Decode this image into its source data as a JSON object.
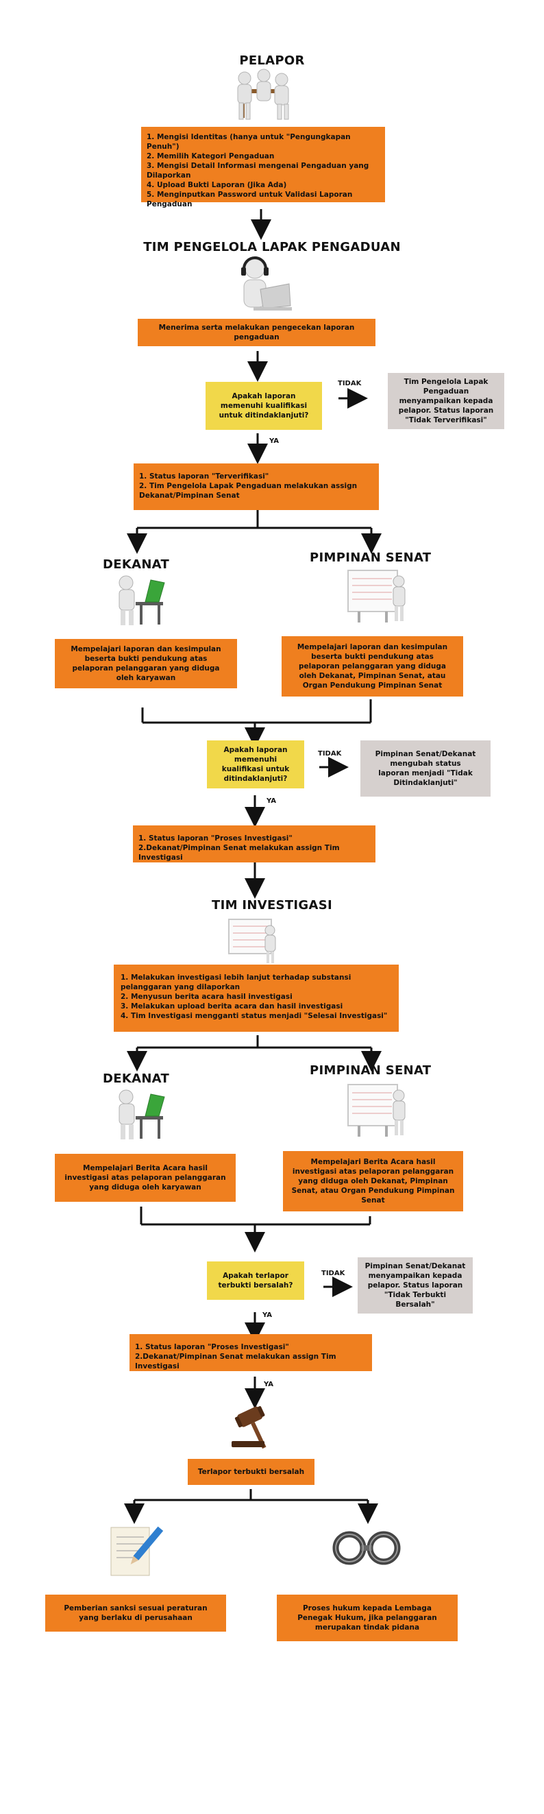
{
  "pelapor": {
    "title": "PELAPOR",
    "steps": [
      "1. Mengisi Identitas (hanya untuk \"Pengungkapan Penuh\")",
      "2. Memilih Kategori Pengaduan",
      "3. Mengisi Detail Informasi mengenai Pengaduan yang Dilaporkan",
      "4. Upload Bukti Laporan (Jika Ada)",
      "5. Menginputkan Password untuk Validasi Laporan Pengaduan"
    ]
  },
  "tim_pengelola": {
    "title": "TIM PENGELOLA LAPAK PENGADUAN",
    "receive": "Menerima serta melakukan pengecekan laporan pengaduan",
    "question": "Apakah laporan memenuhi kualifikasi untuk ditindaklanjuti?",
    "no_label": "TIDAK",
    "no_result": "Tim Pengelola Lapak Pengaduan menyampaikan kepada pelapor. Status laporan \"Tidak Terverifikasi\"",
    "yes_label": "YA",
    "yes_steps": [
      "1. Status laporan \"Terverifikasi\"",
      "2. Tim Pengelola Lapak Pengaduan melakukan assign Dekanat/Pimpinan Senat"
    ]
  },
  "review1": {
    "dekanat_title": "DEKANAT",
    "senat_title": "PIMPINAN SENAT",
    "dekanat_text": "Mempelajari laporan dan kesimpulan beserta bukti pendukung atas pelaporan pelanggaran yang diduga oleh karyawan",
    "senat_text": "Mempelajari laporan dan kesimpulan beserta bukti pendukung atas pelaporan pelanggaran yang diduga oleh Dekanat, Pimpinan Senat, atau Organ Pendukung Pimpinan Senat",
    "question": "Apakah laporan memenuhi kualifikasi untuk ditindaklanjuti?",
    "no_label": "TIDAK",
    "no_result": "Pimpinan Senat/Dekanat mengubah status laporan menjadi \"Tidak Ditindaklanjuti\"",
    "yes_label": "YA",
    "yes_steps": [
      "1. Status laporan \"Proses Investigasi\"",
      "2.Dekanat/Pimpinan Senat melakukan assign Tim Investigasi"
    ]
  },
  "investigasi": {
    "title": "TIM INVESTIGASI",
    "steps": [
      "1. Melakukan investigasi lebih lanjut terhadap substansi pelanggaran yang dilaporkan",
      "2. Menyusun berita acara hasil investigasi",
      "3. Melakukan upload berita acara dan hasil investigasi",
      "4. Tim Investigasi mengganti status menjadi \"Selesai Investigasi\""
    ]
  },
  "review2": {
    "dekanat_title": "DEKANAT",
    "senat_title": "PIMPINAN SENAT",
    "dekanat_text": "Mempelajari Berita Acara hasil investigasi atas pelaporan pelanggaran yang diduga oleh karyawan",
    "senat_text": "Mempelajari Berita Acara hasil investigasi atas pelaporan pelanggaran yang diduga oleh Dekanat, Pimpinan Senat, atau Organ Pendukung Pimpinan Senat",
    "question": "Apakah terlapor terbukti bersalah?",
    "no_label": "TIDAK",
    "no_result": "Pimpinan Senat/Dekanat menyampaikan kepada pelapor. Status laporan \"Tidak Terbukti Bersalah\"",
    "yes_label": "YA",
    "yes_steps": [
      "1. Status laporan \"Proses Investigasi\"",
      "2.Dekanat/Pimpinan Senat melakukan assign Tim Investigasi"
    ],
    "yes_label2": "YA"
  },
  "final": {
    "guilty": "Terlapor terbukti bersalah",
    "sanction": "Pemberian sanksi sesuai peraturan yang berlaku di perusahaan",
    "legal": "Proses hukum kepada Lembaga Penegak Hukum, jika pelanggaran merupakan tindak pidana"
  },
  "colors": {
    "orange": "#ef7f1f",
    "yellow": "#f1d84a",
    "grey": "#d6d0ce",
    "arrow": "#111111"
  },
  "icons": [
    "people-meeting-icon",
    "headset-laptop-icon",
    "person-at-desk-icon",
    "person-with-board-icon",
    "gavel-icon",
    "document-pen-icon",
    "handcuffs-icon"
  ]
}
